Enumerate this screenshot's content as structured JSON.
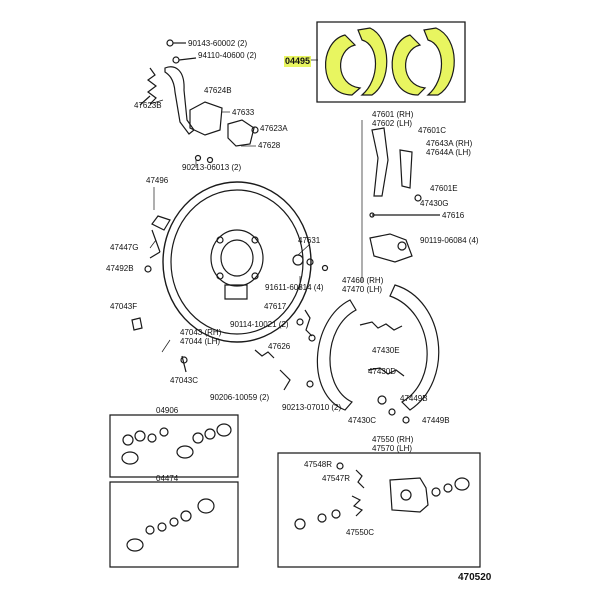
{
  "diagram_id": "470520",
  "colors": {
    "highlight": "#e8f560",
    "line": "#1a1a1a"
  },
  "labels": {
    "p90143": "90143-60002 (2)",
    "p94110": "94110-40600 (2)",
    "p47624B": "47624B",
    "p47623B": "47623B",
    "p47633": "47633",
    "p47623A": "47623A",
    "p47628": "47628",
    "p90213a": "90213-06013 (2)",
    "p47496": "47496",
    "p47447G": "47447G",
    "p47492B": "47492B",
    "p47043F": "47043F",
    "p47043": "47043 (RH)",
    "p47044": "47044 (LH)",
    "p47043C": "47043C",
    "p04495": "04495",
    "p47601": "47601 (RH)",
    "p47602": "47602 (LH)",
    "p47601C": "47601C",
    "p47643A": "47643A (RH)",
    "p47644A": "47644A (LH)",
    "p47601E": "47601E",
    "p47430G": "47430G",
    "p47616": "47616",
    "p90119": "90119-06084 (4)",
    "p47631": "47631",
    "p91611": "91611-60814 (4)",
    "p47460": "47460 (RH)",
    "p47470": "47470 (LH)",
    "p47617": "47617",
    "p90114": "90114-10021 (2)",
    "p47430E": "47430E",
    "p47626": "47626",
    "p47430D": "47430D",
    "p90206": "90206-10059 (2)",
    "p90213b": "90213-07010 (2)",
    "p47449B1": "47449B",
    "p47430C": "47430C",
    "p47449B2": "47449B",
    "p04906": "04906",
    "p04474": "04474",
    "p47550": "47550 (RH)",
    "p47570": "47570 (LH)",
    "p47548R": "47548R",
    "p47547R": "47547R",
    "p47550C": "47550C"
  }
}
